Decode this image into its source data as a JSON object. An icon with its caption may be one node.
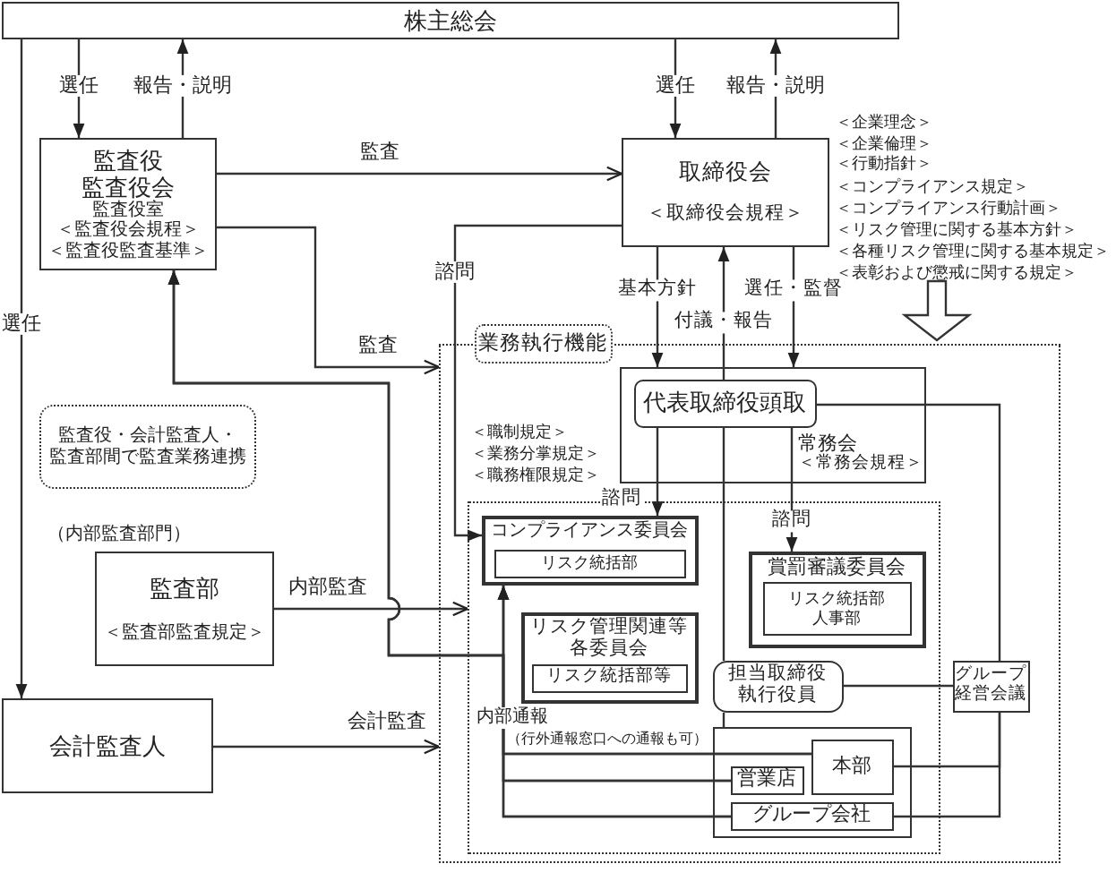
{
  "diagram": {
    "nodes": [
      {
        "text": [
          "株主総会"
        ]
      },
      {
        "text": [
          "監査役",
          "監査役会",
          "監査役室",
          "＜監査役会規程＞",
          "＜監査役監査基準＞"
        ]
      },
      {
        "text": [
          "取締役会",
          "＜取締役会規程＞"
        ],
        "beside": [
          "＜企業理念＞",
          "＜企業倫理＞",
          "＜行動指針＞",
          "＜コンプライアンス規定＞",
          "＜コンプライアンス行動計画＞",
          "＜リスク管理に関する基本方針＞",
          "＜各種リスク管理に関する基本規定＞",
          "＜表彰および懲戒に関する規定＞"
        ]
      },
      {
        "text": [
          "監査役・会計監査人・監査部間で監査業務連携"
        ]
      },
      {
        "text": [
          "監査部",
          "＜監査部監査規定＞"
        ],
        "beside": [
          "（内部監査部門）"
        ]
      },
      {
        "text": [
          "会計監査人"
        ]
      },
      {
        "text": [
          "業務執行機能"
        ]
      },
      {
        "text": [
          "常務会",
          "＜常務会規程＞"
        ],
        "in": 6
      },
      {
        "text": [
          "代表取締役頭取"
        ],
        "in": 7
      },
      {
        "text": [],
        "shape": "box",
        "in": 6
      },
      {
        "text": [
          "コンプライアンス委員会"
        ],
        "in": 9
      },
      {
        "text": [
          "リスク統括部"
        ],
        "in": 10
      },
      {
        "text": [
          "賞罰審議委員会"
        ],
        "in": 9
      },
      {
        "text": [
          "リスク統括部",
          "人事部"
        ],
        "in": 12
      },
      {
        "text": [
          "リスク管理関連等各委員会"
        ],
        "in": 9
      },
      {
        "text": [
          "リスク統括部等"
        ],
        "in": 14
      },
      {
        "text": [
          "担当取締役",
          "執行役員"
        ],
        "in": 9
      },
      {
        "text": [
          "グループ経営会議"
        ],
        "in": 6
      },
      {
        "text": [],
        "shape": "box",
        "in": 9
      },
      {
        "text": [
          "本部"
        ],
        "in": 18
      },
      {
        "text": [
          "営業店"
        ],
        "in": 18
      },
      {
        "text": [
          "グループ会社"
        ],
        "in": 18
      }
    ],
    "edges": [
      {
        "from": 0,
        "to": 1,
        "arrow": "to",
        "label": "選任"
      },
      {
        "from": 1,
        "to": 0,
        "arrow": "to",
        "label": "報告・説明"
      },
      {
        "from": 0,
        "to": 2,
        "arrow": "to",
        "label": "選任"
      },
      {
        "from": 2,
        "to": 0,
        "arrow": "to",
        "label": "報告・説明"
      },
      {
        "from": 0,
        "to": 5,
        "arrow": "to",
        "label": "選任"
      },
      {
        "from": 1,
        "to": 2,
        "arrow": "to",
        "label": "監査"
      },
      {
        "from": 1,
        "to": 6,
        "arrow": "to",
        "label": "監査"
      },
      {
        "from": 2,
        "to": 10,
        "arrow": "to",
        "label": "諮問"
      },
      {
        "from": 2,
        "to": 7,
        "arrow": "to",
        "label": "基本方針"
      },
      {
        "from": 2,
        "to": 7,
        "arrow": "to",
        "label": "選任・監督"
      },
      {
        "from": 8,
        "to": 2,
        "arrow": "to",
        "label": "付議・報告"
      },
      {
        "from": 8,
        "to": 10,
        "arrow": "to",
        "label": "諮問"
      },
      {
        "from": 8,
        "to": 12,
        "arrow": "to",
        "label": "諮問"
      },
      {
        "from": 8,
        "to": 17,
        "arrow": "none"
      },
      {
        "from": 8,
        "to": 16,
        "arrow": "none"
      },
      {
        "from": 16,
        "to": 18,
        "arrow": "none"
      },
      {
        "from": 16,
        "to": 17,
        "arrow": "none"
      },
      {
        "from": 17,
        "to": 19,
        "arrow": "none"
      },
      {
        "from": 17,
        "to": 21,
        "arrow": "none"
      },
      {
        "from": 4,
        "to": 9,
        "arrow": "to",
        "label": "内部監査"
      },
      {
        "from": 5,
        "to": 6,
        "arrow": "to",
        "label": "会計監査"
      },
      {
        "from": 19,
        "to": 10,
        "arrow": "to"
      },
      {
        "from": 20,
        "to": 10,
        "arrow": "to"
      },
      {
        "from": 21,
        "to": 10,
        "arrow": "to"
      },
      {
        "from": 19,
        "to": 1,
        "arrow": "to"
      },
      {
        "from": 20,
        "to": 1,
        "arrow": "to"
      },
      {
        "from": 21,
        "to": 1,
        "arrow": "to"
      }
    ],
    "labels": [
      "＜職制規定＞",
      "＜業務分掌規定＞",
      "＜職務権限規定＞",
      "内部通報",
      "（行外通報窓口への通報も可）"
    ]
  }
}
